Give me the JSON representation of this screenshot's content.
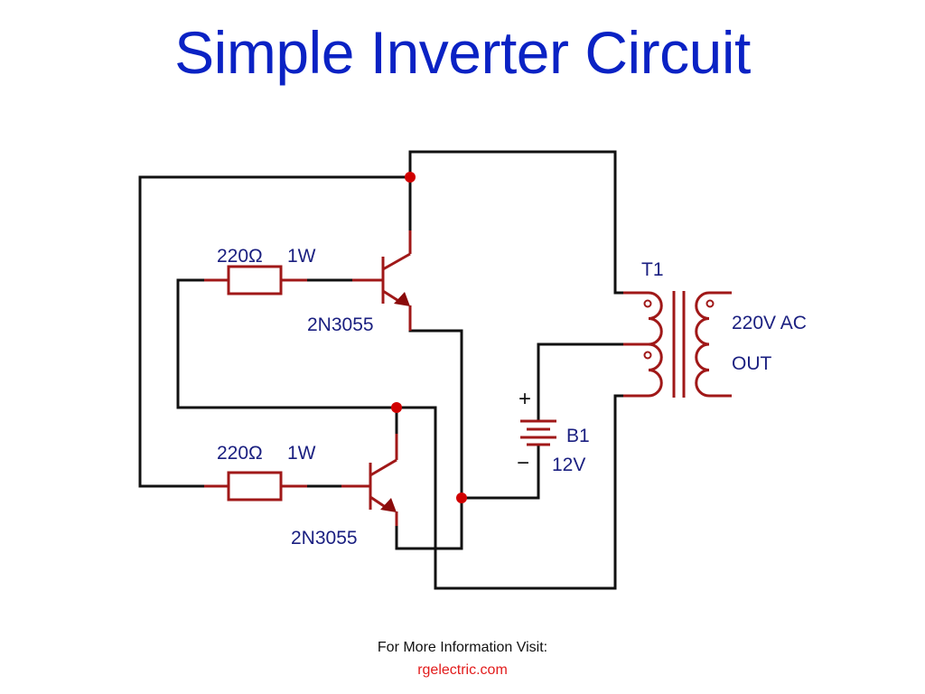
{
  "title": "Simple Inverter Circuit",
  "components": {
    "r1": {
      "value": "220Ω",
      "power": "1W"
    },
    "r2": {
      "value": "220Ω",
      "power": "1W"
    },
    "q1": {
      "part": "2N3055"
    },
    "q2": {
      "part": "2N3055"
    },
    "battery": {
      "ref": "B1",
      "voltage": "12V",
      "plus": "+",
      "minus": "−"
    },
    "transformer": {
      "ref": "T1",
      "output_line1": "220V AC",
      "output_line2": "OUT"
    }
  },
  "footer": {
    "text": "For More Information Visit:",
    "link": "rgelectric.com"
  }
}
